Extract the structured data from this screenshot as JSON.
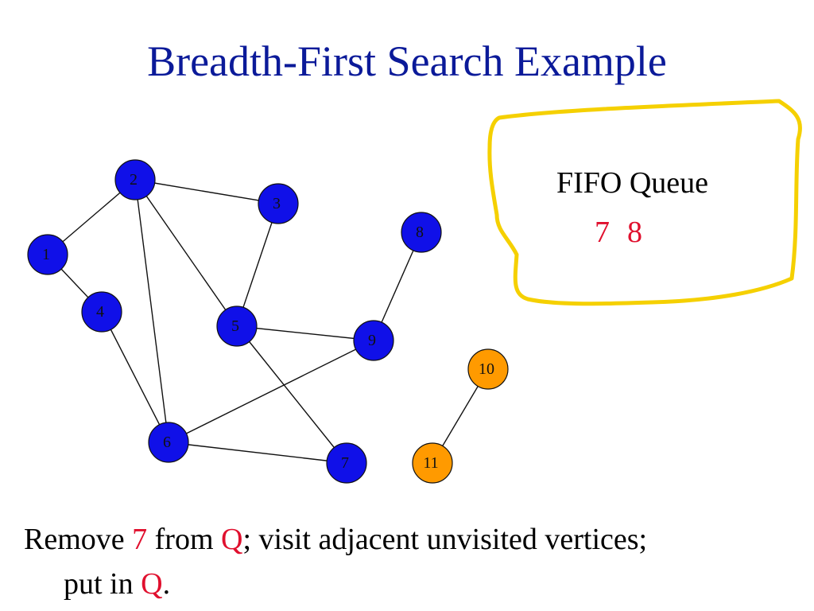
{
  "title": "Breadth-First Search Example",
  "colors": {
    "title": "#0b1a99",
    "visited_node": "#1010e8",
    "unvisited_node": "#ff9a00",
    "highlight": "#e0102e",
    "queue_box_border": "#f5d000"
  },
  "queue": {
    "label": "FIFO Queue",
    "items": [
      "7",
      "8"
    ]
  },
  "graph": {
    "nodes": [
      {
        "id": "1",
        "state": "visited"
      },
      {
        "id": "2",
        "state": "visited"
      },
      {
        "id": "3",
        "state": "visited"
      },
      {
        "id": "4",
        "state": "visited"
      },
      {
        "id": "5",
        "state": "visited"
      },
      {
        "id": "6",
        "state": "visited"
      },
      {
        "id": "7",
        "state": "visited"
      },
      {
        "id": "8",
        "state": "visited"
      },
      {
        "id": "9",
        "state": "visited"
      },
      {
        "id": "10",
        "state": "unvisited"
      },
      {
        "id": "11",
        "state": "unvisited"
      }
    ],
    "edges": [
      [
        "1",
        "2"
      ],
      [
        "1",
        "4"
      ],
      [
        "2",
        "3"
      ],
      [
        "2",
        "5"
      ],
      [
        "2",
        "6"
      ],
      [
        "3",
        "5"
      ],
      [
        "4",
        "6"
      ],
      [
        "5",
        "9"
      ],
      [
        "5",
        "7"
      ],
      [
        "6",
        "9"
      ],
      [
        "6",
        "7"
      ],
      [
        "8",
        "9"
      ],
      [
        "10",
        "11"
      ]
    ]
  },
  "caption": {
    "part1": "Remove ",
    "vertex": "7",
    "part2": " from ",
    "queue_symbol": "Q",
    "part3": "; visit adjacent unvisited vertices;",
    "line2_part1": "put in ",
    "line2_queue_symbol": "Q",
    "line2_end": "."
  }
}
